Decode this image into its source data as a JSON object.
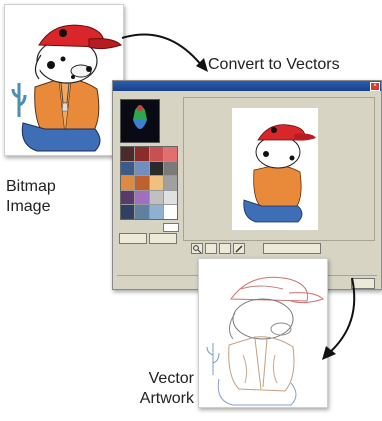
{
  "labels": {
    "convert": "Convert to Vectors",
    "bitmap_line1": "Bitmap",
    "bitmap_line2": "Image",
    "vector_line1": "Vector",
    "vector_line2": "Artwork"
  },
  "dialog": {
    "title": "",
    "preview_label": "",
    "close_glyph": "×",
    "btn_a": "",
    "btn_b": "",
    "btn_c": "",
    "btn_d": ""
  },
  "colors": {
    "cap_red": "#d9262b",
    "jacket_orange": "#e98a3a",
    "jeans_blue": "#3e6fb6",
    "dialog_bg": "#d8d4c4",
    "title_blue": "#1b3f8a"
  },
  "palette": [
    "#4a2a2a",
    "#8b2b2b",
    "#c85050",
    "#e07070",
    "#3c5a8a",
    "#6f8fc0",
    "#2a2a2a",
    "#7a7a7a",
    "#e08a40",
    "#c06030",
    "#f0c080",
    "#a0a0a0",
    "#5a3a6a",
    "#a070c0",
    "#c0c0c0",
    "#e0e0e0",
    "#304060",
    "#6080a0",
    "#90b0d0",
    "#ffffff"
  ]
}
